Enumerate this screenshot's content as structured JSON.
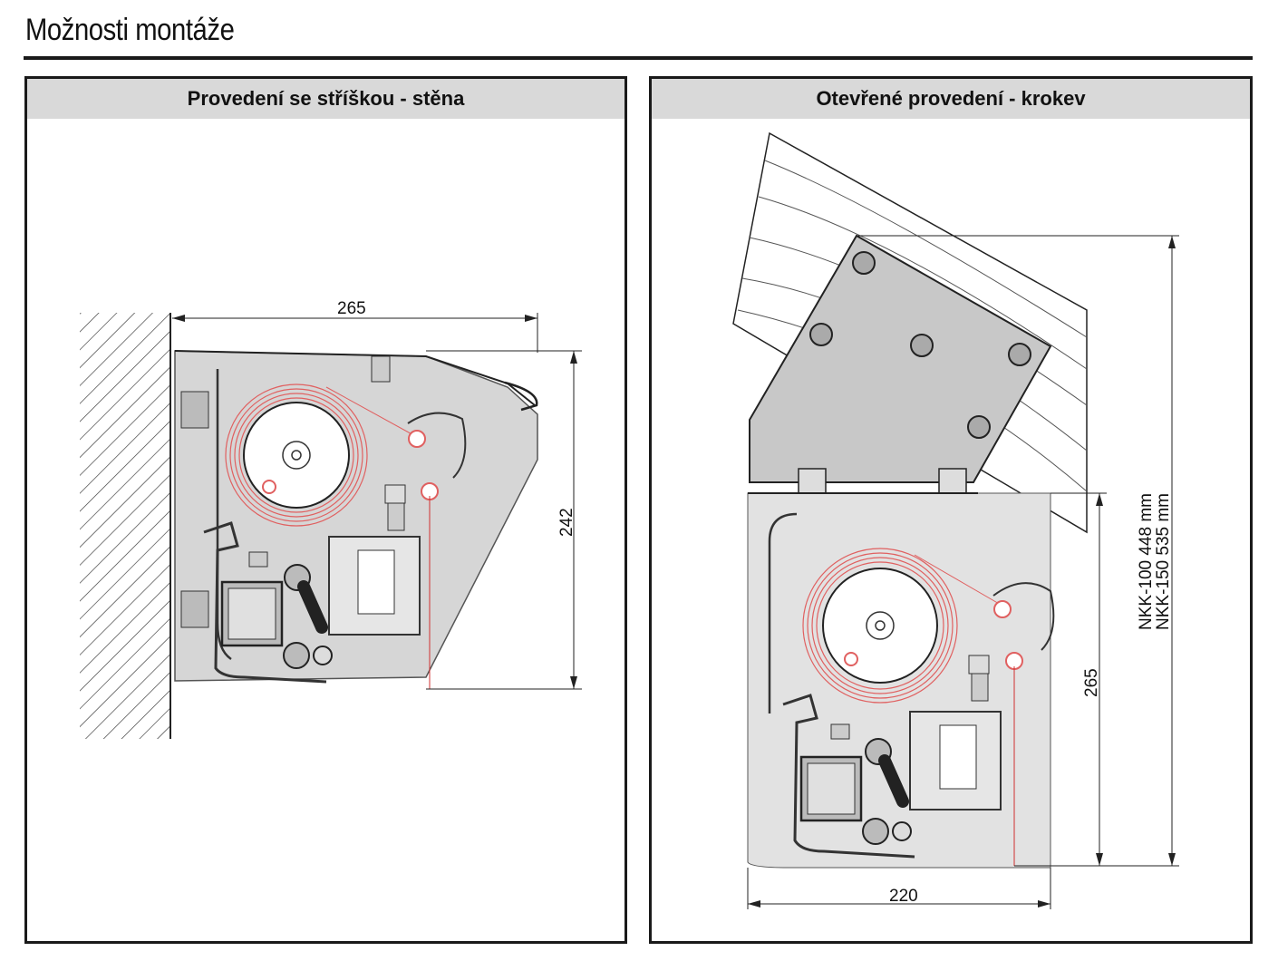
{
  "page": {
    "title": "Možnosti montáže"
  },
  "left_panel": {
    "header": "Provedení se stříškou - stěna",
    "dim_width": "265",
    "dim_height": "242"
  },
  "right_panel": {
    "header": "Otevřené provedení - krokev",
    "dim_width": "220",
    "dim_height": "265",
    "model_label_1": "NKK-100  448 mm",
    "model_label_2": "NKK-150  535 mm"
  },
  "colors": {
    "spring": "#e06060",
    "housing": "#d6d6d6",
    "outline": "#1a1a1a",
    "header_bg": "#d9d9d9"
  }
}
